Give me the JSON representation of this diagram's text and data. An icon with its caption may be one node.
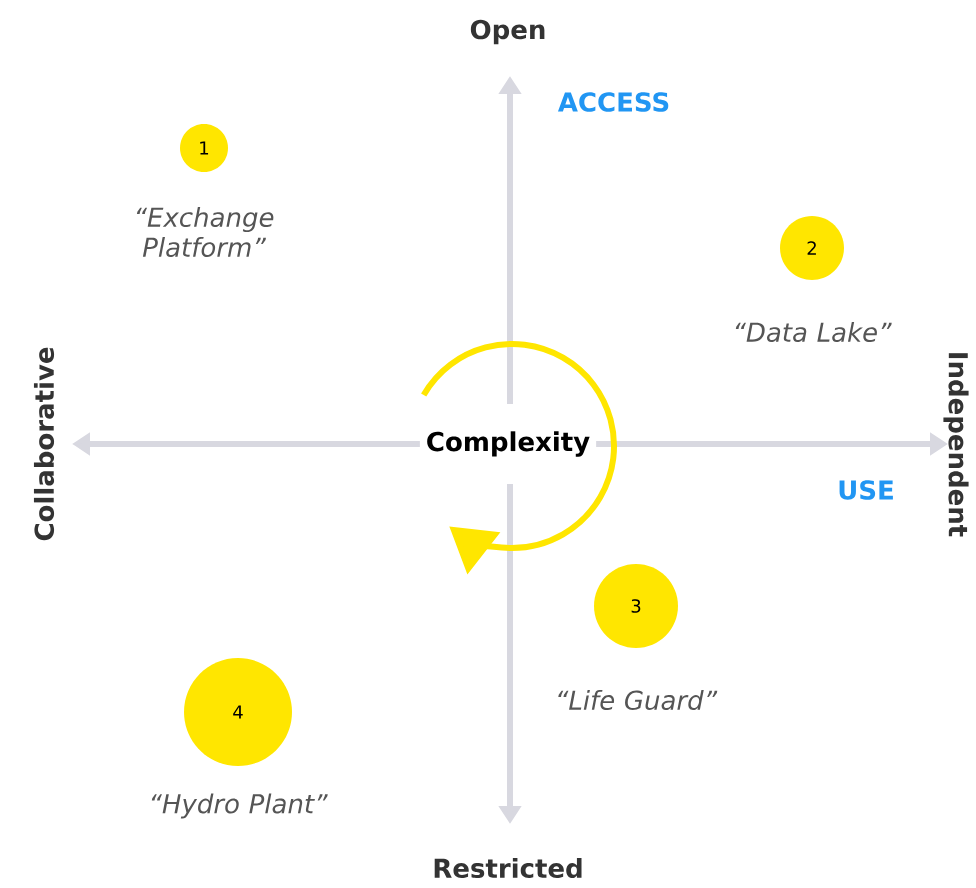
{
  "diagram": {
    "nodes": [
      {
        "text": [
          "Complexity"
        ]
      },
      {
        "text": [
          "1"
        ],
        "beside": [
          "“Exchange Platform”"
        ]
      },
      {
        "text": [
          "2"
        ],
        "beside": [
          "“Data Lake”"
        ]
      },
      {
        "text": [
          "3"
        ],
        "beside": [
          "“Life Guard”"
        ]
      },
      {
        "text": [
          "4"
        ],
        "beside": [
          "“Hydro Plant”"
        ]
      }
    ],
    "labels": [
      "Open",
      "ACCESS",
      "Collaborative",
      "Independent",
      "USE",
      "Restricted"
    ]
  }
}
